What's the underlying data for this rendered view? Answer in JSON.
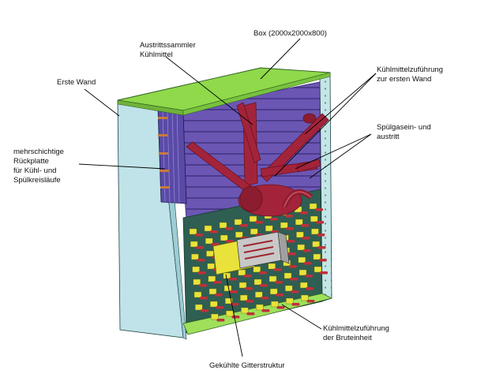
{
  "labels": {
    "box": "Box (2000x2000x800)",
    "outlet_manifold": [
      "Austrittssammler",
      "Kühlmittel"
    ],
    "first_wall": "Erste Wand",
    "coolant_supply_wall": [
      "Kühlmittelzuführung",
      "zur ersten Wand"
    ],
    "purge_gas": [
      "Spülgasein- und",
      "austritt"
    ],
    "back_plate": [
      "mehrschichtige",
      "Rückplatte",
      "für Kühl- und",
      "Spülkreisläufe"
    ],
    "coolant_supply_breeder": [
      "Kühlmittelzuführung",
      "der Bruteinheit"
    ],
    "cooled_grid": "Gekühlte Gitterstruktur"
  },
  "colors": {
    "lid": "#8fd94a",
    "wall": "#bfe3e8",
    "purple": "#6e5ab8",
    "pipe": "#a3243a",
    "grid": "#3d6e62",
    "breeder": "#e8e23a",
    "floor": "#9ee05a"
  }
}
